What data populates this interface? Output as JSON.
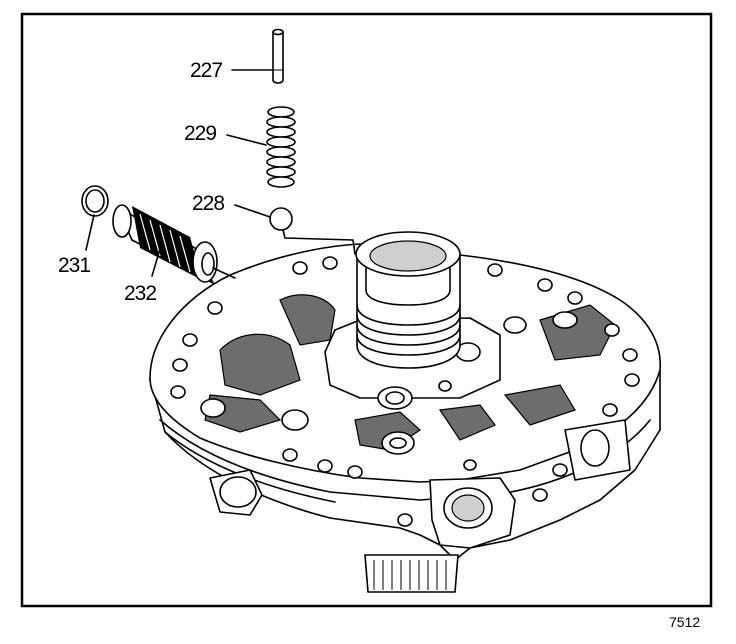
{
  "callouts": {
    "c227": "227",
    "c229": "229",
    "c228": "228",
    "c231": "231",
    "c232": "232"
  },
  "figure_number": "7512",
  "colors": {
    "line": "#000000",
    "background": "#ffffff",
    "shade": "#6d6d6d"
  }
}
